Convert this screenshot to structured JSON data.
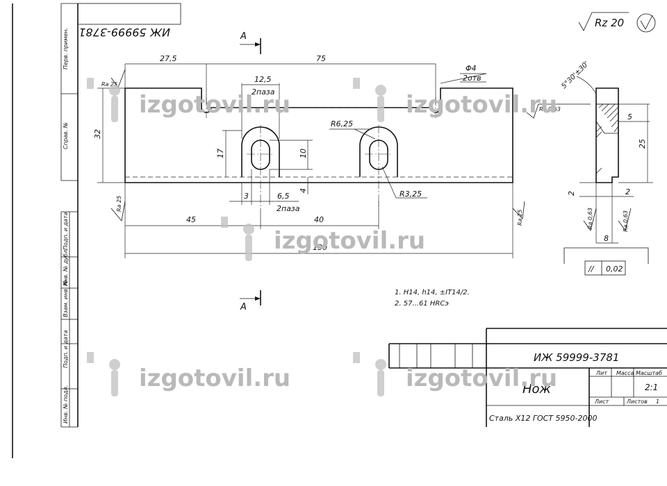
{
  "drawing": {
    "number": "ИЖ 59999-3781",
    "number_mirrored": "ИЖ 59999-3781",
    "title": "Нож",
    "material": "Сталь Х12 ГОСТ 5950-2000",
    "roughness_general": "Rz 20",
    "section_label": "A",
    "notes": [
      "1. H14, h14, ±IT14/2.",
      "2. 57...61 HRCэ"
    ]
  },
  "dimensions": {
    "d1": "27,5",
    "d2": "75",
    "d3": "12,5",
    "d4": "2паза",
    "d5": "Φ4",
    "d6": "2отв",
    "d7": "R6,25",
    "d8": "32",
    "d9": "17",
    "d10": "10",
    "d11": "4",
    "d12": "3",
    "d13": "6,5",
    "d14": "2паза",
    "d15": "R3,25",
    "d16": "45",
    "d17": "40",
    "d18": "130",
    "d19": "Ra 25",
    "d20": "Ra 25",
    "d21": "Ra 25",
    "d22": "5°30'±30'",
    "d23": "Rа 0,63",
    "d24": "5",
    "d25": "25",
    "d26": "2",
    "d27": "2",
    "d28": "Ra 0,63",
    "d29": "Ra 0,63",
    "d30": "8",
    "d31": "//",
    "d32": "0,02"
  },
  "title_block": {
    "lit": "Лит",
    "mass": "Масса",
    "scale": "Масштаб",
    "scale_value": "2:1",
    "sheet": "Лист",
    "sheets": "Листов",
    "sheets_value": "1"
  },
  "side_labels": [
    "Перв. примен.",
    "Справ. №",
    "Подп. и дата",
    "Инв. № дубл.",
    "Взам. инв. №",
    "Подп. и дата",
    "Инв. № подл."
  ],
  "watermark": "izgotovil.ru"
}
